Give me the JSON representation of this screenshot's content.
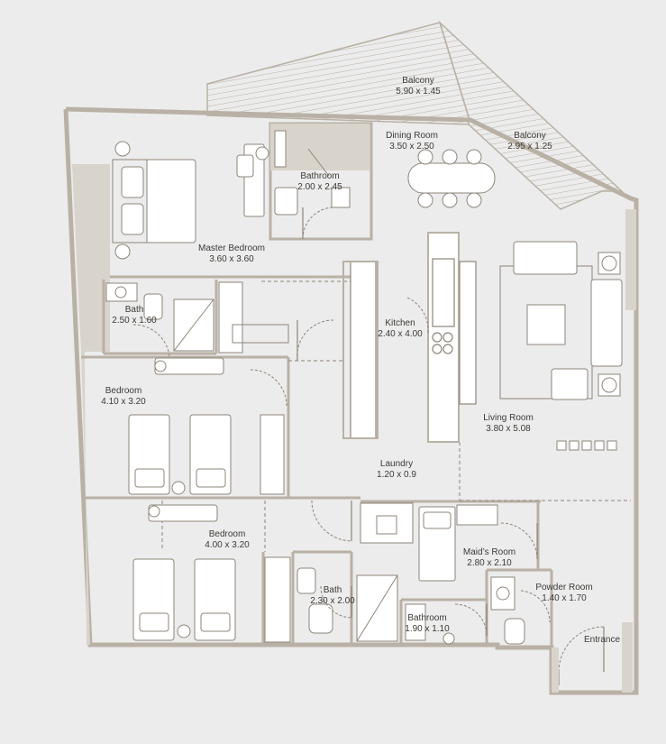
{
  "colors": {
    "background": "#ececec",
    "wall": "#b9b1a5",
    "wall_fill": "#d8d4cc",
    "line": "#8e8579",
    "furniture": "#ffffff"
  },
  "rooms": [
    {
      "id": "balcony-large",
      "name": "Balcony",
      "size": "5.90 x 1.45"
    },
    {
      "id": "dining-room",
      "name": "Dining Room",
      "size": "3.50 x 2.50"
    },
    {
      "id": "balcony-small",
      "name": "Balcony",
      "size": "2.95 x 1.25"
    },
    {
      "id": "bathroom-master",
      "name": "Bathroom",
      "size": "2.00 x 2.45"
    },
    {
      "id": "master-bedroom",
      "name": "Master Bedroom",
      "size": "3.60 x 3.60"
    },
    {
      "id": "bath-1",
      "name": "Bath",
      "size": "2.50 x 1.60"
    },
    {
      "id": "kitchen",
      "name": "Kitchen",
      "size": "2.40 x 4.00"
    },
    {
      "id": "bedroom-1",
      "name": "Bedroom",
      "size": "4.10 x 3.20"
    },
    {
      "id": "living-room",
      "name": "Living Room",
      "size": "3.80 x 5.08"
    },
    {
      "id": "laundry",
      "name": "Laundry",
      "size": "1.20 x 0.9"
    },
    {
      "id": "bedroom-2",
      "name": "Bedroom",
      "size": "4.00 x 3.20"
    },
    {
      "id": "maids-room",
      "name": "Maid’s Room",
      "size": "2.80 x 2.10"
    },
    {
      "id": "powder-room",
      "name": "Powder Room",
      "size": "1.40 x 1.70"
    },
    {
      "id": "bath-2",
      "name": "Bath",
      "size": "2.30 x 2.00"
    },
    {
      "id": "bathroom-small",
      "name": "Bathroom",
      "size": "1.90 x 1.10"
    },
    {
      "id": "entrance",
      "name": "Entrance",
      "size": ""
    }
  ]
}
